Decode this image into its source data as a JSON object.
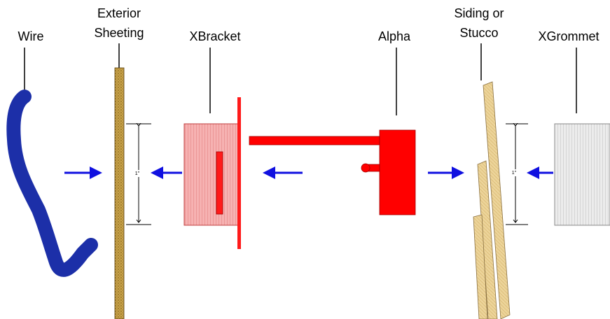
{
  "labels": {
    "wire": "Wire",
    "sheeting_line1": "Exterior",
    "sheeting_line2": "Sheeting",
    "xbracket": "XBracket",
    "alpha": "Alpha",
    "siding_line1": "Siding or",
    "siding_line2": "Stucco",
    "xgrommet": "XGrommet"
  },
  "dimensions": {
    "left": "1\"",
    "right": "1\""
  },
  "colors": {
    "wire": "#1c2fa8",
    "arrow": "#1010e0",
    "sheeting": "#c8a24a",
    "bracket_fill": "#f4a4a4",
    "alpha": "#ff0000",
    "siding": "#ecd49a",
    "grommet": "#e4e4e4"
  }
}
